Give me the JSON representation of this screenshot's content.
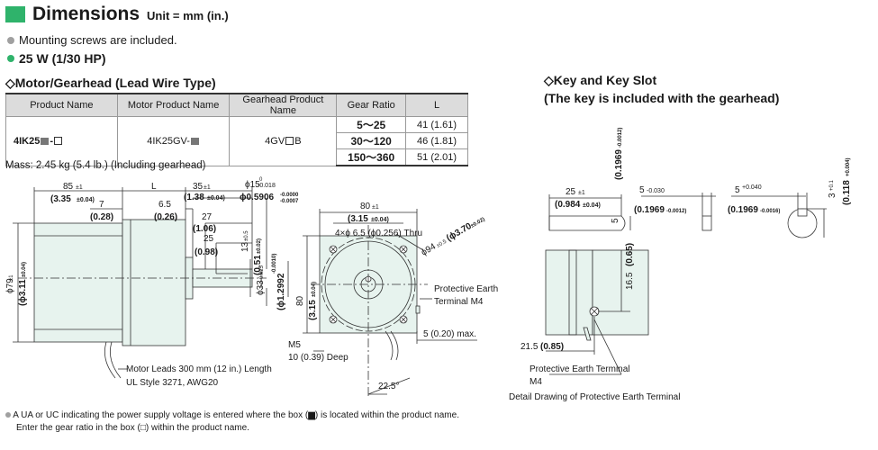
{
  "header": {
    "title": "Dimensions",
    "unit": "Unit = mm (in.)"
  },
  "bullets": {
    "screws": "Mounting screws are included.",
    "power": "25 W (1/30 HP)"
  },
  "sections": {
    "motor": "◇Motor/Gearhead (Lead Wire Type)",
    "key_line1": "◇Key and Key Slot",
    "key_line2": "(The key is included with the gearhead)"
  },
  "table": {
    "headers": [
      "Product Name",
      "Motor Product Name",
      "Gearhead Product Name",
      "Gear Ratio",
      "L"
    ],
    "product": "4IK25",
    "product_suffix": "-",
    "motor_product": "4IK25GV-",
    "gearhead_product_a": "4GV",
    "gearhead_product_b": "B",
    "rows": [
      {
        "ratio": "5～25",
        "L": "41 (1.61)"
      },
      {
        "ratio": "30～120",
        "L": "46 (1.81)"
      },
      {
        "ratio": "150～360",
        "L": "51 (2.01)"
      }
    ]
  },
  "mass": "Mass: 2.45 kg (5.4 lb.) (Including gearhead)",
  "dims": {
    "d85": "85",
    "tol1": "±1",
    "d335": "(3.35",
    "tol004": "±0.04)",
    "d7": "7",
    "d028": "(0.28)",
    "L": "L",
    "d65": "6.5",
    "d026": "(0.26)",
    "d35": "35",
    "d138": "(1.38",
    "d27": "27",
    "d106": "(1.06)",
    "d25": "25",
    "d098": "(0.98)",
    "phi15": "ϕ15",
    "phi15tol": "-0.018",
    "phi15top": "0",
    "phi5906": "ϕ0.5906",
    "phi5906tol_a": "-0.0000",
    "phi5906tol_b": "-0.0007",
    "d13": "13",
    "tol05": "±0.5",
    "d051": "(0.51",
    "tol002": "±0.02)",
    "phi33": "ϕ33",
    "phi33tol": "-0.025",
    "phi12992": "(ϕ1.2992",
    "phi12992tol": "-0.0010)",
    "phi79": "ϕ79",
    "phi311": "(ϕ3.11",
    "d80": "80",
    "d315": "(3.15",
    "holes": "4×ϕ 6.5 (ϕ0.256) Thru",
    "phi94": "ϕ94",
    "tol05b": "±0.5",
    "phi370": "(ϕ3.70",
    "tol002b": "±0.02)",
    "pe_a": "Protective Earth",
    "pe_b": "Terminal M4",
    "d5max": "5 (0.20) max.",
    "m5": "M5",
    "deep": "10 (0.39) Deep",
    "leads": "Motor Leads 300 mm (12 in.) Length",
    "ul": "UL Style 3271, AWG20",
    "angle": "22.5°",
    "k25": "25",
    "k0984": "(0.984",
    "k5": "5",
    "k5tol": "-0.030",
    "k1969a": "(0.1969",
    "k1969atol": "-0.0012)",
    "k5b": "5",
    "k5btol": "+0.040",
    "k1969b": "(0.1969",
    "k1969btol": "-0.0016)",
    "k3": "3",
    "k3tol": "+0.1",
    "k0118": "(0.118",
    "k0118tol": "+0.004)",
    "k1969v": "(0.1969",
    "k1969vtol": "-0.0012)",
    "d165": "16.5",
    "d065": "(0.65)",
    "d215": "21.5",
    "d085": "(0.85)",
    "pe_c": "Protective Earth Terminal",
    "pe_m4": "M4"
  },
  "detail_caption": "Detail Drawing of Protective Earth Terminal",
  "notes": {
    "n1": "A UA or UC indicating the power supply voltage is entered where the box (▆) is located within the product name.",
    "n2": "Enter the gear ratio in the box (□) within the product name."
  },
  "colors": {
    "accent": "#2fb36b",
    "body_fill": "#e7f3ee",
    "line": "#333333"
  }
}
